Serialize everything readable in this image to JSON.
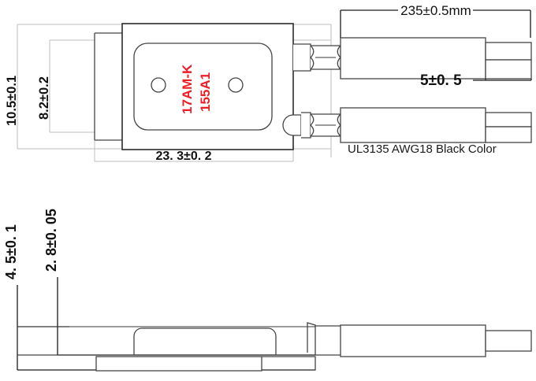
{
  "drawing": {
    "title": "Thermal protector / thermostat with leads - mechanical drawing",
    "views": {
      "top": "top-view",
      "side": "side-view"
    },
    "colors": {
      "outline": "#2b2b2b",
      "dimension_line": "#1a1a1a",
      "extension_line": "#bdbdbd",
      "marking_red": "#ee1c25",
      "background": "#ffffff"
    }
  },
  "labels": {
    "body_marking_line1": "17AM-K",
    "body_marking_line2": "155A1",
    "wire_note": "UL3135 AWG18 Black Color"
  },
  "dimensions": {
    "overall_height": "10.5±0.1",
    "inner_height": "8.2±0.2",
    "body_length": "23. 3±0. 2",
    "wire_length": "235±0.5mm",
    "strip_length": "5±0. 5",
    "side_total_thickness": "4. 5±0. 1",
    "side_body_thickness": "2. 8±0. 05"
  }
}
